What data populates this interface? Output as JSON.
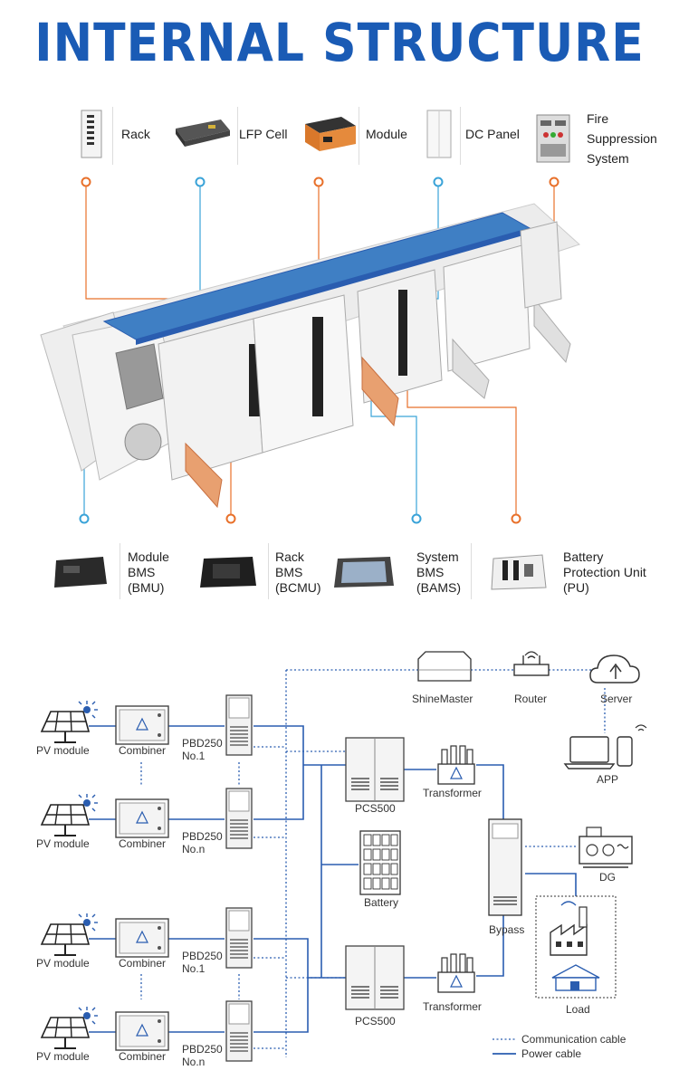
{
  "title": "INTERNAL STRUCTURE",
  "top_components": [
    {
      "label": "Rack"
    },
    {
      "label": "LFP Cell"
    },
    {
      "label": "Module"
    },
    {
      "label": "DC Panel"
    },
    {
      "label_lines": [
        "Fire",
        "Suppression",
        "System"
      ]
    }
  ],
  "bottom_components": [
    {
      "label_lines": [
        "Module",
        "BMS",
        "(BMU)"
      ]
    },
    {
      "label_lines": [
        "Rack",
        "BMS",
        "(BCMU)"
      ]
    },
    {
      "label_lines": [
        "System",
        "BMS",
        "(BAMS)"
      ]
    },
    {
      "label_lines": [
        "Battery",
        "Protection Unit",
        "(PU)"
      ]
    }
  ],
  "diagram": {
    "pv_label": "PV module",
    "combiner_label": "Combiner",
    "pbd_group1": [
      {
        "lines": [
          "PBD250",
          "No.1"
        ]
      },
      {
        "lines": [
          "PBD250",
          "No.n"
        ]
      }
    ],
    "pbd_group2": [
      {
        "lines": [
          "PBD250",
          "No.1"
        ]
      },
      {
        "lines": [
          "PBD250",
          "No.n"
        ]
      }
    ],
    "pcs_label": "PCS500",
    "transformer_label": "Transformer",
    "battery_label": "Battery",
    "bypass_label": "Bypass",
    "dg_label": "DG",
    "load_label": "Load",
    "shinemaster_label": "ShineMaster",
    "router_label": "Router",
    "server_label": "Server",
    "app_label": "APP"
  },
  "legend": {
    "communication": "Communication cable",
    "power": "Power cable"
  },
  "colors": {
    "title": "#1a5bb5",
    "power_line": "#2a5db0",
    "comm_line": "#2a5db0",
    "orange": "#e8702a",
    "cyan": "#3aa3d8"
  }
}
